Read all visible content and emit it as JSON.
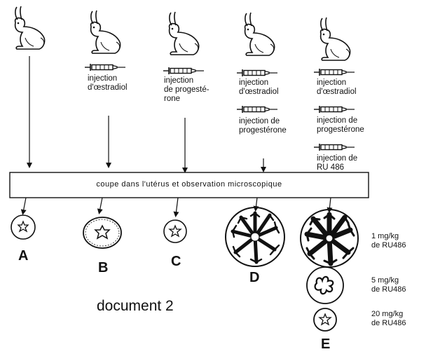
{
  "band_text": "coupe dans l'utérus et observation microscopique",
  "document_title": "document 2",
  "labels": {
    "col2": [
      "injection",
      "d'œstradiol"
    ],
    "col3": [
      "injection",
      "de progesté-",
      "rone"
    ],
    "col4a": [
      "injection",
      "d'œstradiol"
    ],
    "col4b": [
      "injection de",
      "progestérone"
    ],
    "col5a": [
      "injection",
      "d'œstradiol"
    ],
    "col5b": [
      "injection de",
      "progestérone"
    ],
    "col5c": [
      "injection de",
      "RU 486"
    ]
  },
  "letters": [
    "A",
    "B",
    "C",
    "D",
    "E"
  ],
  "doses": [
    [
      "1 mg/kg",
      "de RU486"
    ],
    [
      "5 mg/kg",
      "de RU486"
    ],
    [
      "20 mg/kg",
      "de RU486"
    ]
  ],
  "icons": {
    "rabbit": "rabbit-icon",
    "syringe": "syringe-icon",
    "uterus_section": "uterus-section-icon"
  },
  "colors": {
    "ink": "#111111",
    "background": "#ffffff"
  }
}
